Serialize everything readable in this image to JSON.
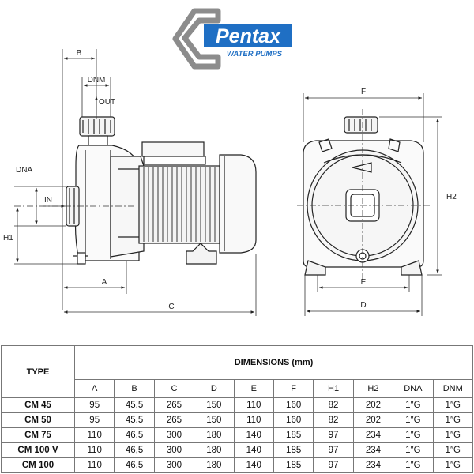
{
  "logo": {
    "brand": "Pentax",
    "tagline": "WATER PUMPS",
    "colors": {
      "blue": "#1f6fc4",
      "gray": "#8c8c8c"
    }
  },
  "drawing": {
    "side_view_labels": {
      "b": "B",
      "dnm": "DNM",
      "out": "OUT",
      "dna": "DNA",
      "in": "IN",
      "h1": "H1",
      "a": "A",
      "c": "C"
    },
    "front_view_labels": {
      "f": "F",
      "h2": "H2",
      "e": "E",
      "d": "D"
    }
  },
  "table": {
    "type_header": "TYPE",
    "dimensions_header": "DIMENSIONS (mm)",
    "columns": [
      "A",
      "B",
      "C",
      "D",
      "E",
      "F",
      "H1",
      "H2",
      "DNA",
      "DNM"
    ],
    "rows": [
      {
        "type": "CM 45",
        "values": [
          "95",
          "45.5",
          "265",
          "150",
          "110",
          "160",
          "82",
          "202",
          "1″G",
          "1″G"
        ]
      },
      {
        "type": "CM 50",
        "values": [
          "95",
          "45.5",
          "265",
          "150",
          "110",
          "160",
          "82",
          "202",
          "1″G",
          "1″G"
        ]
      },
      {
        "type": "CM 75",
        "values": [
          "110",
          "46.5",
          "300",
          "180",
          "140",
          "185",
          "97",
          "234",
          "1″G",
          "1″G"
        ]
      },
      {
        "type": "CM 100 V",
        "values": [
          "110",
          "46,5",
          "300",
          "180",
          "140",
          "185",
          "97",
          "234",
          "1″G",
          "1″G"
        ]
      },
      {
        "type": "CM 100",
        "values": [
          "110",
          "46.5",
          "300",
          "180",
          "140",
          "185",
          "97",
          "234",
          "1″G",
          "1″G"
        ]
      }
    ]
  }
}
